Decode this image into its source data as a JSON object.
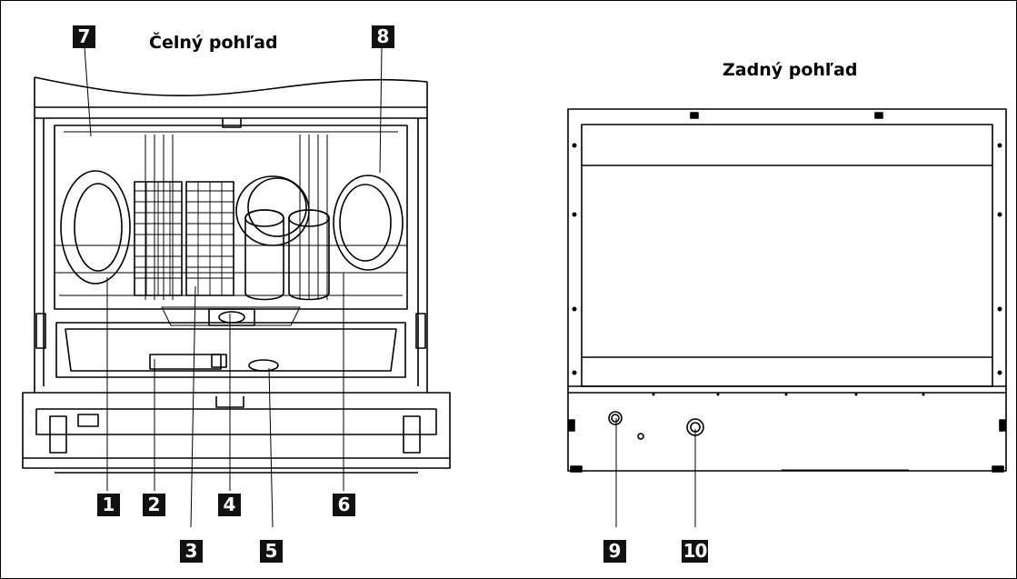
{
  "front_view": {
    "title": "Čelný pohľad"
  },
  "rear_view": {
    "title": "Zadný pohľad"
  },
  "callouts": {
    "c1": "1",
    "c2": "2",
    "c3": "3",
    "c4": "4",
    "c5": "5",
    "c6": "6",
    "c7": "7",
    "c8": "8",
    "c9": "9",
    "c10": "10"
  }
}
